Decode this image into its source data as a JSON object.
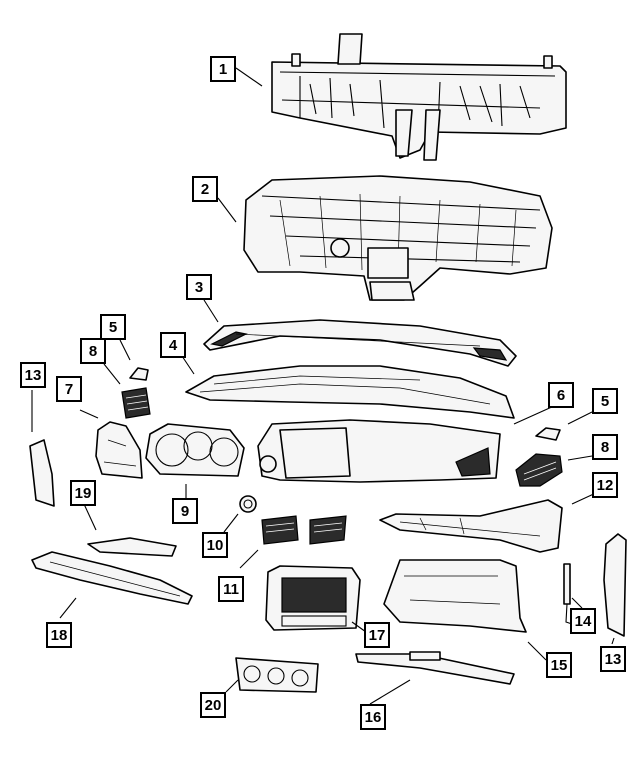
{
  "callouts": [
    {
      "id": "c1",
      "label": "1"
    },
    {
      "id": "c2",
      "label": "2"
    },
    {
      "id": "c3",
      "label": "3"
    },
    {
      "id": "c4",
      "label": "4"
    },
    {
      "id": "c5a",
      "label": "5"
    },
    {
      "id": "c5b",
      "label": "5"
    },
    {
      "id": "c6",
      "label": "6"
    },
    {
      "id": "c7",
      "label": "7"
    },
    {
      "id": "c8a",
      "label": "8"
    },
    {
      "id": "c8b",
      "label": "8"
    },
    {
      "id": "c9",
      "label": "9"
    },
    {
      "id": "c10",
      "label": "10"
    },
    {
      "id": "c11",
      "label": "11"
    },
    {
      "id": "c12",
      "label": "12"
    },
    {
      "id": "c13a",
      "label": "13"
    },
    {
      "id": "c13b",
      "label": "13"
    },
    {
      "id": "c14",
      "label": "14"
    },
    {
      "id": "c15",
      "label": "15"
    },
    {
      "id": "c16",
      "label": "16"
    },
    {
      "id": "c17",
      "label": "17"
    },
    {
      "id": "c18",
      "label": "18"
    },
    {
      "id": "c19",
      "label": "19"
    },
    {
      "id": "c20",
      "label": "20"
    }
  ]
}
